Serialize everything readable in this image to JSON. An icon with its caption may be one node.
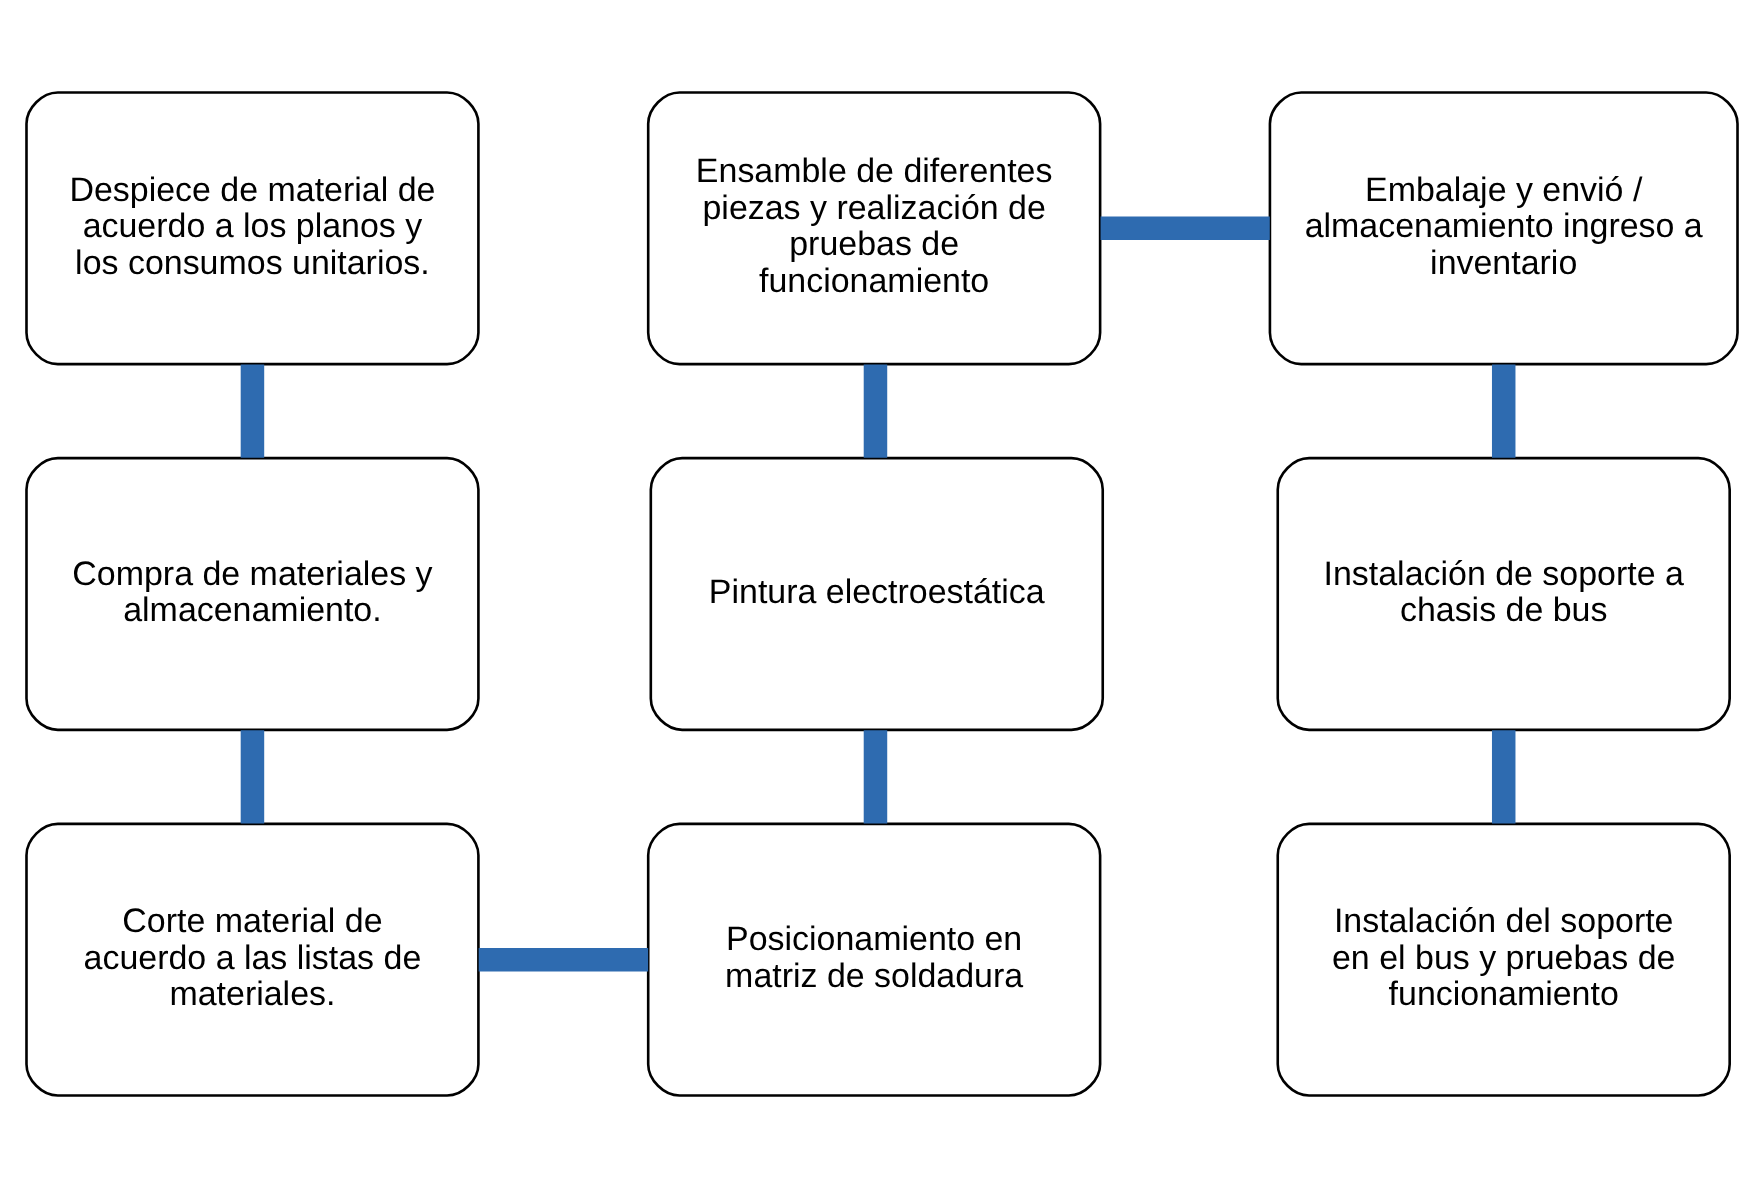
{
  "diagram": {
    "nodes": [
      {
        "text": [
          "Despiece de material de acuerdo a los planos y los consumos unitarios."
        ]
      },
      {
        "text": [
          "Ensamble de diferentes piezas y realización de pruebas de funcionamiento"
        ]
      },
      {
        "text": [
          "Embalaje y envió / almacenamiento ingreso a inventario"
        ]
      },
      {
        "text": [
          "Compra de materiales y almacenamiento."
        ]
      },
      {
        "text": [
          "Pintura electroestática"
        ]
      },
      {
        "text": [
          "Instalación de soporte a chasis de bus"
        ]
      },
      {
        "text": [
          "Corte material de acuerdo a las listas de materiales."
        ]
      },
      {
        "text": [
          "Posicionamiento en matriz de soldadura"
        ]
      },
      {
        "text": [
          "Instalación del soporte en el bus y pruebas de funcionamiento"
        ]
      }
    ],
    "edges": [
      {
        "from": 0,
        "to": 3,
        "arrow": "none"
      },
      {
        "from": 3,
        "to": 6,
        "arrow": "none"
      },
      {
        "from": 6,
        "to": 7,
        "arrow": "none"
      },
      {
        "from": 7,
        "to": 4,
        "arrow": "none"
      },
      {
        "from": 4,
        "to": 1,
        "arrow": "none"
      },
      {
        "from": 1,
        "to": 2,
        "arrow": "none"
      },
      {
        "from": 2,
        "to": 5,
        "arrow": "none"
      },
      {
        "from": 5,
        "to": 8,
        "arrow": "none"
      }
    ]
  }
}
